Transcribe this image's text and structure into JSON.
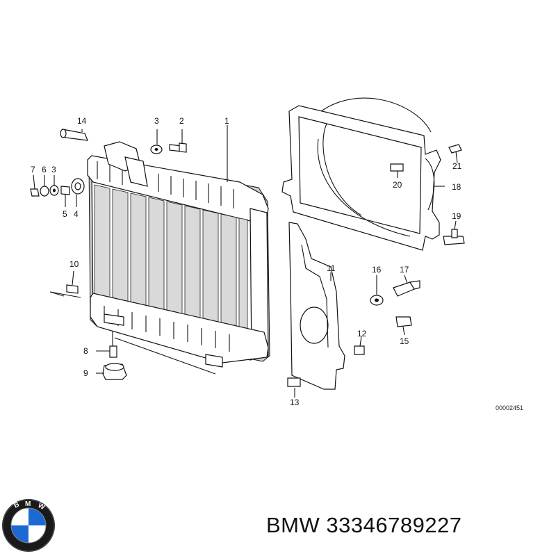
{
  "diagram": {
    "callouts": [
      {
        "id": "c1",
        "text": "1"
      },
      {
        "id": "c2",
        "text": "2"
      },
      {
        "id": "c3a",
        "text": "3"
      },
      {
        "id": "c3b",
        "text": "3"
      },
      {
        "id": "c4",
        "text": "4"
      },
      {
        "id": "c5",
        "text": "5"
      },
      {
        "id": "c6",
        "text": "6"
      },
      {
        "id": "c7",
        "text": "7"
      },
      {
        "id": "c8",
        "text": "8"
      },
      {
        "id": "c9",
        "text": "9"
      },
      {
        "id": "c10",
        "text": "10"
      },
      {
        "id": "c11",
        "text": "11"
      },
      {
        "id": "c12",
        "text": "12"
      },
      {
        "id": "c13",
        "text": "13"
      },
      {
        "id": "c14",
        "text": "14"
      },
      {
        "id": "c15",
        "text": "15"
      },
      {
        "id": "c16",
        "text": "16"
      },
      {
        "id": "c17",
        "text": "17"
      },
      {
        "id": "c18",
        "text": "18"
      },
      {
        "id": "c19",
        "text": "19"
      },
      {
        "id": "c20",
        "text": "20"
      },
      {
        "id": "c21",
        "text": "21"
      }
    ],
    "drawing_code": "00002451"
  },
  "brand": {
    "logo_icon": "bmw-roundel-icon",
    "logo_lettering": "BMW",
    "name": "BMW",
    "part_number": "33346789227"
  },
  "colors": {
    "logo_blue": "#1c69d4",
    "logo_ring": "#1a1a1a",
    "ink": "#111111"
  }
}
